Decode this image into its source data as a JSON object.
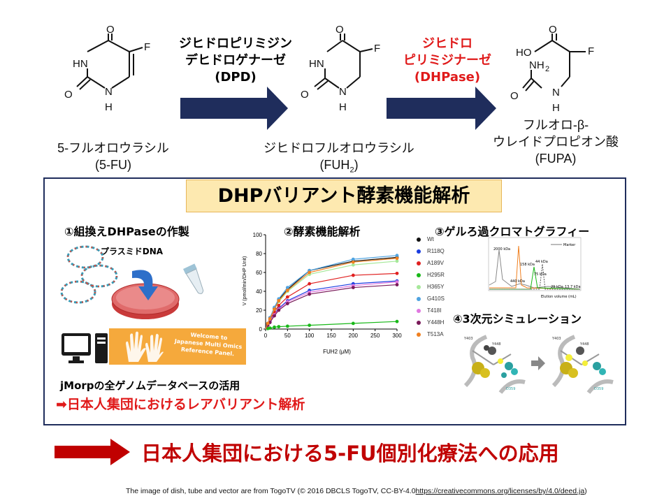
{
  "reaction": {
    "compound1": {
      "name": "5-フルオロウラシル",
      "abbr": "(5-FU)"
    },
    "compound2": {
      "name": "ジヒドロフルオロウラシル",
      "abbr_prefix": "(FUH",
      "abbr_sub": "2",
      "abbr_suffix": ")"
    },
    "compound3": {
      "line1": "フルオロ-β-",
      "line2": "ウレイドプロピオン酸",
      "abbr": "(FUPA)"
    },
    "enzyme1": {
      "line1": "ジヒドロピリミジン",
      "line2": "デヒドロゲナーゼ",
      "line3": "(DPD)"
    },
    "enzyme2": {
      "line1": "ジヒドロ",
      "line2": "ピリミジナーゼ",
      "line3": "(DHPase)"
    },
    "atoms": {
      "O": "O",
      "F": "F",
      "HN": "HN",
      "H": "H",
      "N": "N",
      "HO": "HO",
      "NH2": "NH",
      "sub2": "2"
    }
  },
  "colors": {
    "navy": "#1f2d5c",
    "red": "#e01a1a",
    "darkred": "#c00000",
    "title_bg": "#fde9b0"
  },
  "panel": {
    "title": "DHPバリアント酵素機能解析",
    "step1": {
      "label": "①組換えDHPaseの作製",
      "plasmid": "プラスミドDNA",
      "banner_line1": "Welcome to",
      "banner_line2": "Japanese Multi Omics",
      "banner_line3": "Reference Panel."
    },
    "step2": {
      "label": "②酵素機能解析"
    },
    "step3": {
      "label": "③ゲルろ過クロマトグラフィー",
      "peaks": [
        "2000 kDa",
        "440 kDa",
        "158 kDa",
        "44 kDa",
        "75 kDa",
        "29 kDa",
        "13.7 kDa"
      ],
      "legend": [
        "Marker"
      ],
      "xlabel": "Elution volume (mL)"
    },
    "step4": {
      "label": "④3次元シミュレーション",
      "residues": [
        "Y403",
        "Y448",
        "Y448",
        "Y403",
        "D359",
        "D359"
      ]
    },
    "jmorp": "jMorpの全ゲノムデータベースの活用",
    "jmorp_result": "➡日本人集団におけるレアバリアント解析"
  },
  "conclusion": "日本人集団における5-FU個別化療法への応用",
  "credit": {
    "text": "The image of dish, tube and vector are from TogoTV (© 2016 DBCLS TogoTV, CC-BY-4.0",
    "link": "https://creativecommons.org/licenses/by/4.0/deed.ja",
    "close": ")"
  },
  "chart_data": {
    "type": "scatter",
    "xlabel": "FUH2 (μM)",
    "ylabel": "V (pmol/min/DHP Unit)",
    "xlim": [
      0,
      300
    ],
    "ylim": [
      0,
      100
    ],
    "xticks": [
      0,
      50,
      100,
      150,
      200,
      250,
      300
    ],
    "yticks": [
      0,
      20,
      40,
      60,
      80,
      100
    ],
    "x": [
      0,
      5,
      10,
      20,
      30,
      50,
      100,
      200,
      300
    ],
    "series": [
      {
        "name": "Wt",
        "color": "#111111",
        "values": [
          0,
          6,
          12,
          22,
          31,
          42,
          62,
          72,
          76
        ]
      },
      {
        "name": "R118Q",
        "color": "#1a3de0",
        "values": [
          0,
          4,
          8,
          16,
          22,
          30,
          41,
          48,
          51
        ]
      },
      {
        "name": "A189V",
        "color": "#e02020",
        "values": [
          0,
          5,
          10,
          18,
          25,
          34,
          48,
          57,
          59
        ]
      },
      {
        "name": "H295R",
        "color": "#18b818",
        "values": [
          0,
          0.5,
          1,
          2,
          2.5,
          3,
          4,
          6,
          8
        ]
      },
      {
        "name": "H365Y",
        "color": "#a6e89a",
        "values": [
          0,
          6,
          11,
          21,
          29,
          40,
          58,
          68,
          72
        ]
      },
      {
        "name": "G410S",
        "color": "#4fa3e0",
        "values": [
          0,
          6,
          12,
          23,
          32,
          44,
          62,
          74,
          78
        ]
      },
      {
        "name": "T418I",
        "color": "#e078e0",
        "values": [
          0,
          4,
          8,
          15,
          21,
          29,
          39,
          46,
          50
        ]
      },
      {
        "name": "Y448H",
        "color": "#7a1a5a",
        "values": [
          0,
          4,
          7,
          14,
          20,
          27,
          37,
          44,
          47
        ]
      },
      {
        "name": "T513A",
        "color": "#f08020",
        "values": [
          0,
          6,
          11,
          21,
          30,
          41,
          60,
          71,
          75
        ]
      }
    ]
  }
}
